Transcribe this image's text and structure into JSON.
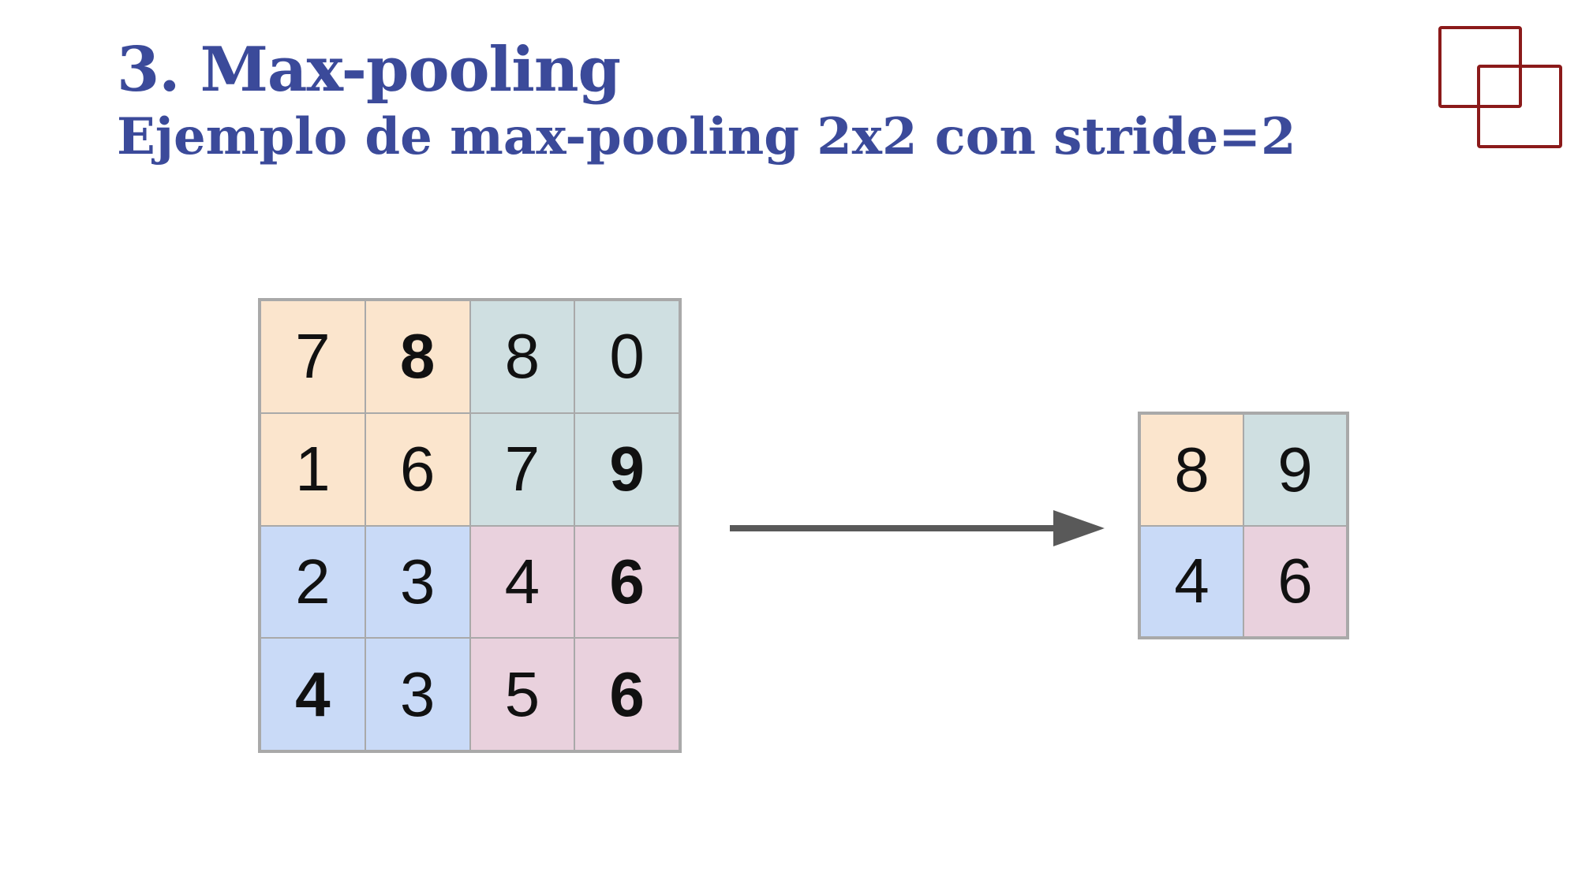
{
  "slide": {
    "title": "3. Max-pooling",
    "subtitle": "Ejemplo de max-pooling 2x2 con stride=2"
  },
  "colors": {
    "title": "#3b4a9a",
    "logo": "#8b1a1a",
    "quadrant_top_left": "#fbe5cd",
    "quadrant_top_right": "#cfdfe1",
    "quadrant_bottom_left": "#c9daf7",
    "quadrant_bottom_right": "#e9d1dd",
    "grid_border": "#a9a9a9",
    "arrow": "#595959"
  },
  "icons": {
    "logo": "overlapping-squares-logo",
    "arrow": "right-arrow"
  },
  "input_matrix": {
    "rows": [
      [
        {
          "value": "7",
          "bold": false
        },
        {
          "value": "8",
          "bold": true
        },
        {
          "value": "8",
          "bold": false
        },
        {
          "value": "0",
          "bold": false
        }
      ],
      [
        {
          "value": "1",
          "bold": false
        },
        {
          "value": "6",
          "bold": false
        },
        {
          "value": "7",
          "bold": false
        },
        {
          "value": "9",
          "bold": true
        }
      ],
      [
        {
          "value": "2",
          "bold": false
        },
        {
          "value": "3",
          "bold": false
        },
        {
          "value": "4",
          "bold": false
        },
        {
          "value": "6",
          "bold": true
        }
      ],
      [
        {
          "value": "4",
          "bold": true
        },
        {
          "value": "3",
          "bold": false
        },
        {
          "value": "5",
          "bold": false
        },
        {
          "value": "6",
          "bold": true
        }
      ]
    ]
  },
  "output_matrix": {
    "rows": [
      [
        {
          "value": "8"
        },
        {
          "value": "9"
        }
      ],
      [
        {
          "value": "4"
        },
        {
          "value": "6"
        }
      ]
    ]
  }
}
